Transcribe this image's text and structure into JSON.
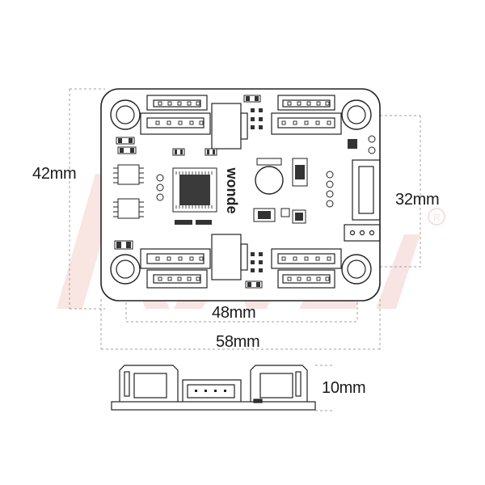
{
  "dimensions": {
    "height_outer": "42mm",
    "height_inner": "32mm",
    "width_inner": "48mm",
    "width_outer": "58mm",
    "thickness": "10mm"
  },
  "board": {
    "silkscreen_logo": "wonde"
  },
  "colors": {
    "outline": "#222222",
    "dimension_line": "#9a9a9a",
    "watermark": "#f2c8c4",
    "chip": "#3a3a3a",
    "component_dark": "#333333"
  }
}
